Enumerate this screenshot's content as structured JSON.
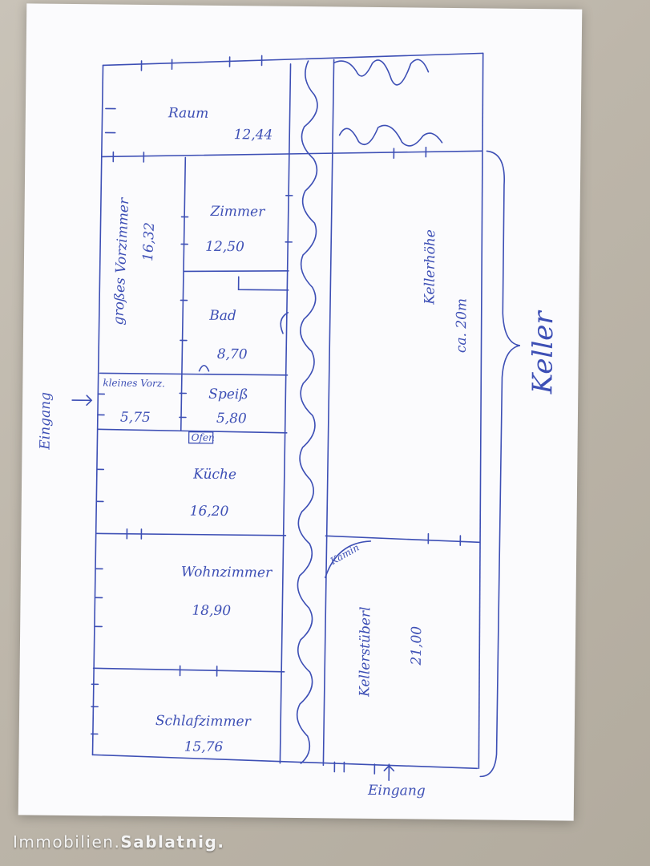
{
  "rooms": {
    "raum": {
      "name": "Raum",
      "area": "12,44"
    },
    "zimmer": {
      "name": "Zimmer",
      "area": "12,50"
    },
    "grosses_vorzimmer": {
      "name": "großes Vorzimmer",
      "area": "16,32"
    },
    "bad": {
      "name": "Bad",
      "area": "8,70"
    },
    "kleines_vorzimmer": {
      "name": "kleines Vorz.",
      "area": "5,75"
    },
    "speiss": {
      "name": "Speiß",
      "area": "5,80"
    },
    "kueche": {
      "name": "Küche",
      "area": "16,20"
    },
    "wohnzimmer": {
      "name": "Wohnzimmer",
      "area": "18,90"
    },
    "schlafzimmer": {
      "name": "Schlafzimmer",
      "area": "15,76"
    },
    "kellerhoehe": {
      "name": "Kellerhöhe",
      "area": "ca. 20m"
    },
    "kellerstuebel": {
      "name": "Kellerstüberl",
      "area": "21,00"
    }
  },
  "labels": {
    "keller": "Keller",
    "eingang_side": "Eingang",
    "eingang_bottom": "Eingang",
    "ofen": "Ofen",
    "kamin": "Kamin"
  },
  "watermark": {
    "part1": "Immobilien.",
    "part2": "Sablatnig."
  },
  "ink_color": "#3d4fb5"
}
